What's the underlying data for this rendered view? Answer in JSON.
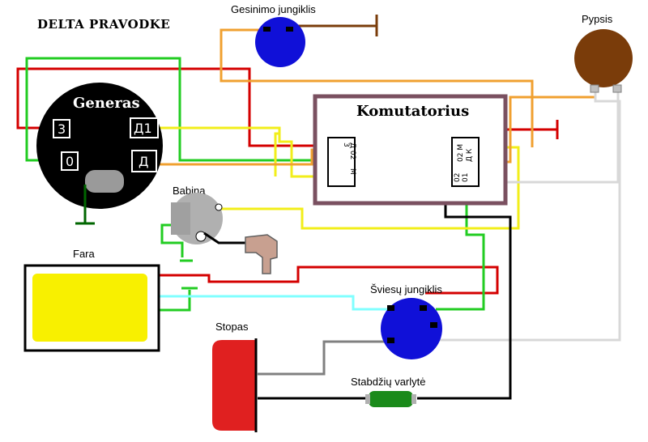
{
  "title": "DELTA PRAVODKE",
  "labels": {
    "gesinimo": "Gesinimo jungiklis",
    "pypsis": "Pypsis",
    "generas": "Generas",
    "komutatorius": "Komutatorius",
    "babina": "Babina",
    "fara": "Fara",
    "sviesu": "Šviesų jungiklis",
    "stopas": "Stopas",
    "stabdziu": "Stabdžių varlytė"
  },
  "generator_terminals": {
    "t3": "3",
    "t0": "0",
    "tD1": "Д1",
    "tD": "Д"
  },
  "komutatorius_left_block": {
    "a": "3",
    "b": "Д 02",
    "c": "М"
  },
  "komutatorius_right_block": {
    "a": "02",
    "b": "01",
    "c": "02 М",
    "d": "Д К"
  },
  "colors": {
    "red": "#d40000",
    "green": "#22cc22",
    "yellow": "#f2ee1a",
    "orange": "#f0a030",
    "black": "#000000",
    "gray": "#808080",
    "lightgray": "#d8d8d8",
    "cyan": "#80ffff",
    "brown": "#7a3c0a",
    "blue": "#1010d8",
    "komutatorius_frame": "#7a5060"
  }
}
